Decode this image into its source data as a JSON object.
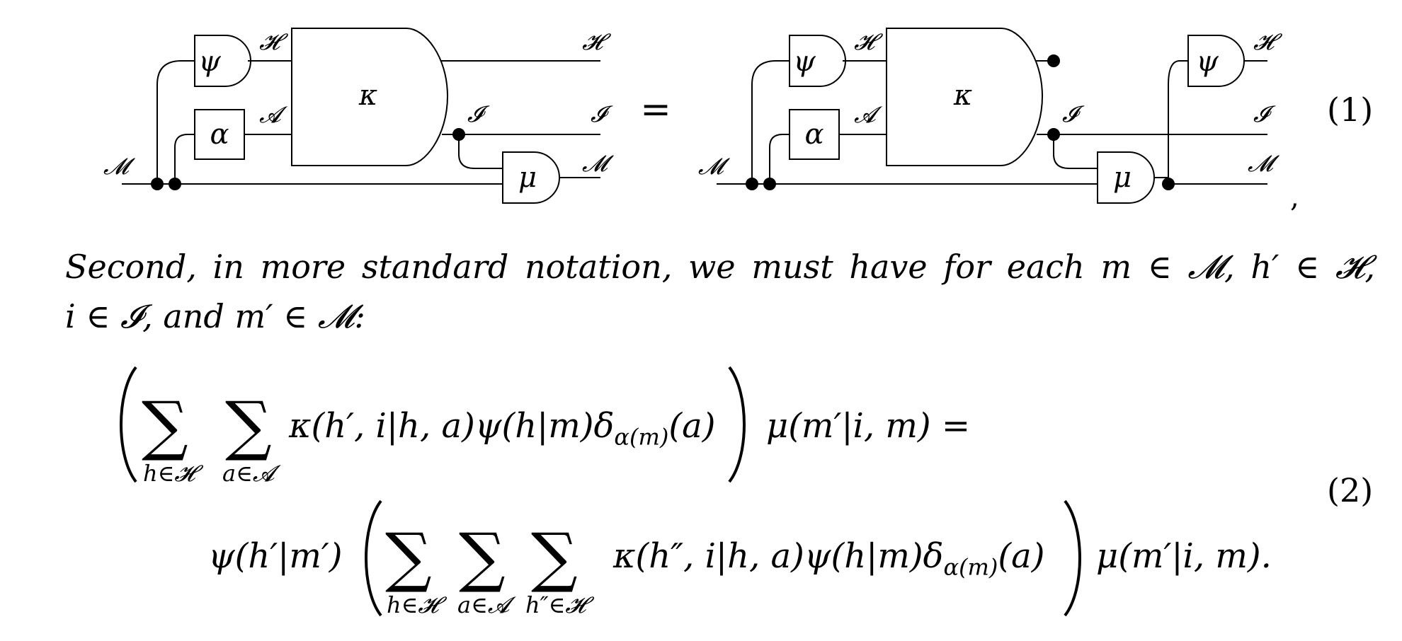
{
  "diagram": {
    "labels": {
      "H": "𝓗",
      "A": "𝓐",
      "I": "𝓘",
      "M": "𝓜"
    },
    "boxes": {
      "psi": "ψ",
      "alpha": "α",
      "kappa": "κ",
      "mu": "μ"
    },
    "equals": "=",
    "trailing_comma": ",",
    "equation_number": "(1)"
  },
  "prose": {
    "line1": "Second, in more standard notation, we must have for each m ∈ 𝓜, h′ ∈ 𝓗,",
    "line2": "i ∈ 𝓘, and m′ ∈ 𝓜:"
  },
  "equation2": {
    "line1_inner": "κ(h′, i|h, a)ψ(h|m)δ",
    "line1_sub": "α(m)",
    "line1_after": "(a)",
    "line1_tail": "μ(m′|i, m) =",
    "sum1_sub": "h∈𝓗",
    "sum2_sub": "a∈𝓐",
    "line2_prefix": "ψ(h′|m′)",
    "sum3_sub": "h∈𝓗",
    "sum4_sub": "a∈𝓐",
    "sum5_sub": "h″∈𝓗",
    "line2_inner": "κ(h″, i|h, a)ψ(h|m)δ",
    "line2_sub": "α(m)",
    "line2_after": "(a)",
    "line2_tail": "μ(m′|i, m).",
    "sigma": "∑",
    "equation_number": "(2)"
  }
}
